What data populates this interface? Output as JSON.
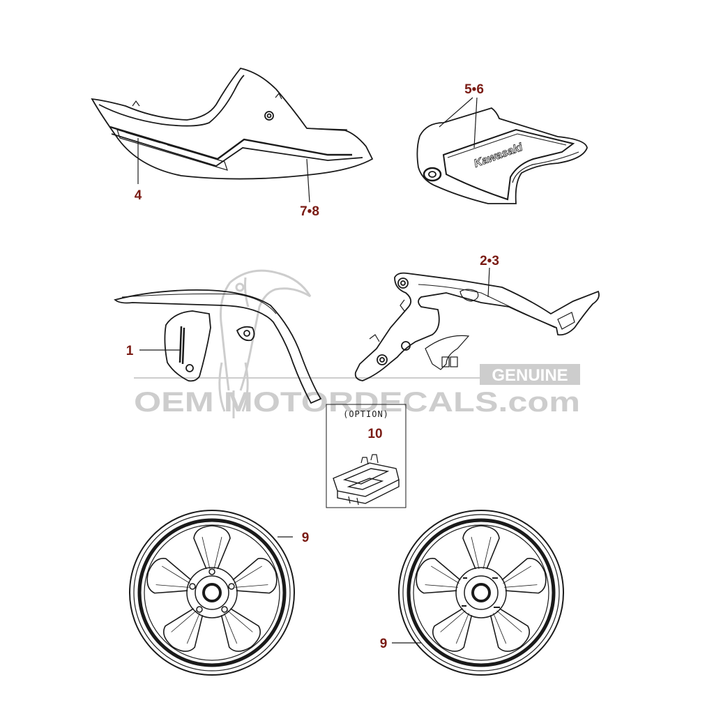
{
  "colors": {
    "callout": "#7a1b14",
    "line": "#1a1a1a",
    "watermark": "#c8c8c8"
  },
  "watermark": {
    "brand": "OEM MOTORDECALS.com",
    "badge": "GENUINE"
  },
  "option_box": {
    "label": "(OPTION)"
  },
  "decals": {
    "side_logo": "Kawasaki"
  },
  "callouts": [
    {
      "id": "c1",
      "text": "1"
    },
    {
      "id": "c23",
      "text": "2•3"
    },
    {
      "id": "c4",
      "text": "4"
    },
    {
      "id": "c56",
      "text": "5•6"
    },
    {
      "id": "c78",
      "text": "7•8"
    },
    {
      "id": "c9a",
      "text": "9"
    },
    {
      "id": "c9b",
      "text": "9"
    },
    {
      "id": "c10",
      "text": "10"
    }
  ]
}
